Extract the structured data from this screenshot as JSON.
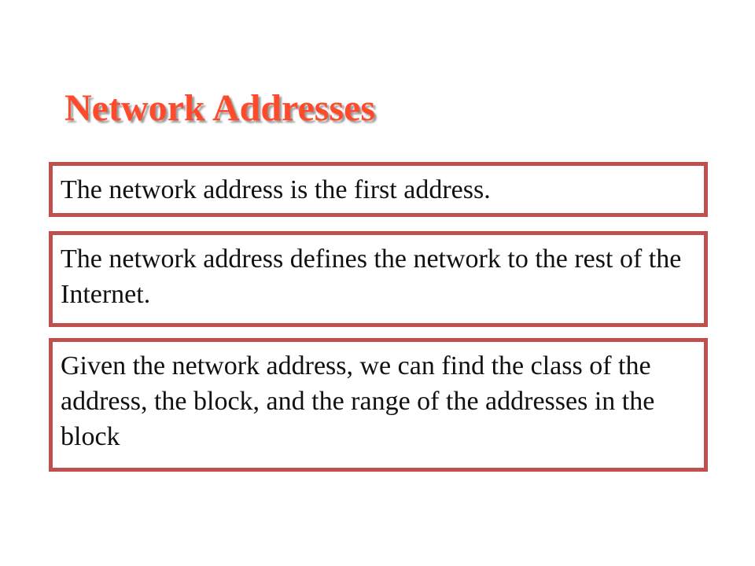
{
  "slide": {
    "title": "Network Addresses",
    "boxes": [
      {
        "text": "The network address is the first address."
      },
      {
        "text": "The network address defines the network to the rest of the Internet."
      },
      {
        "text": "Given the network address, we can find the class of the address, the block, and the range of the addresses in the block"
      }
    ]
  },
  "colors": {
    "title": "#ff4b2b",
    "title_shadow": "#9b9b9b",
    "box_border": "#c0504d",
    "text": "#111111",
    "background": "#ffffff"
  }
}
